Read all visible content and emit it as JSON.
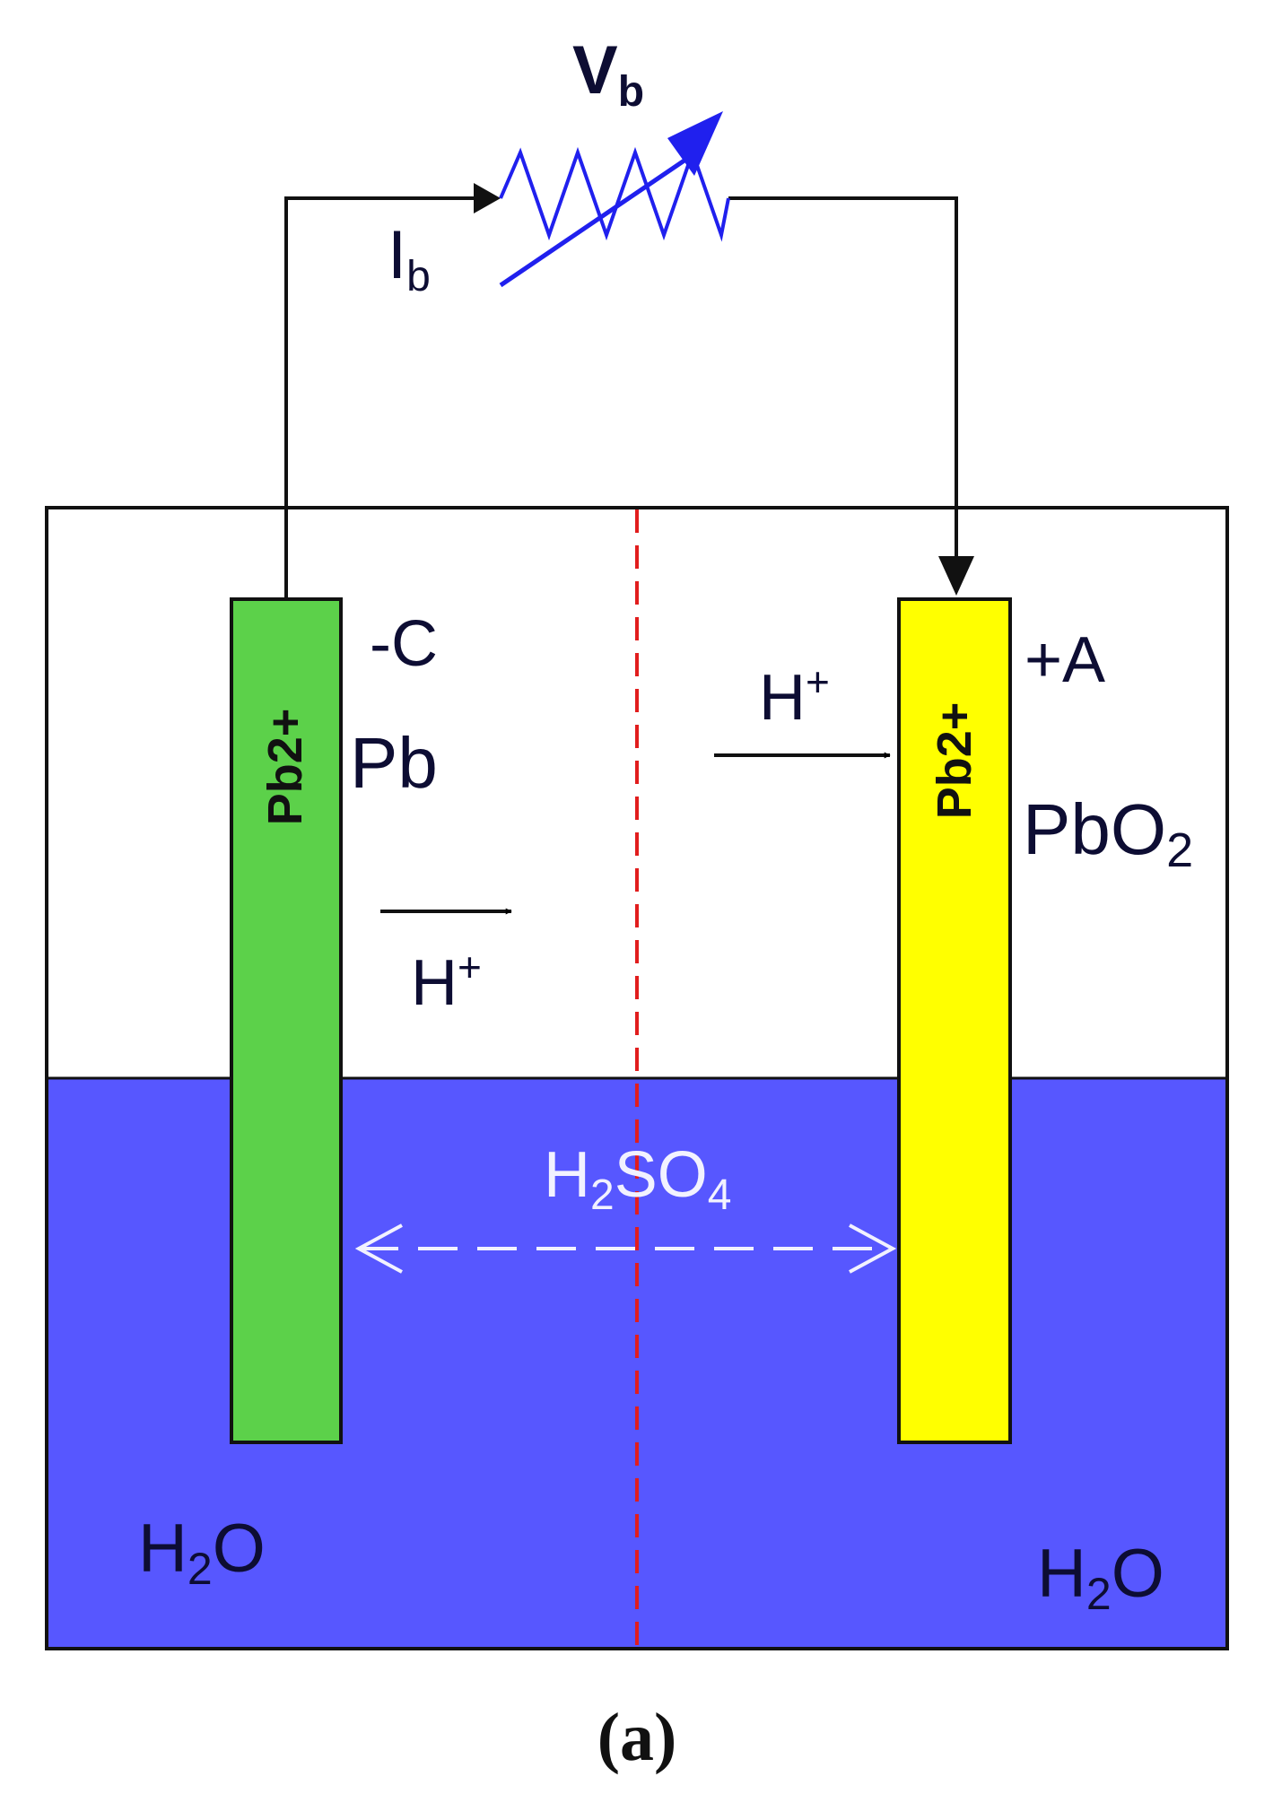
{
  "colors": {
    "electrolyte": "#5757ff",
    "negative_electrode": "#5cd14a",
    "positive_electrode": "#ffff00",
    "resistor": "#2020ee",
    "separator": "#e11d1d",
    "label_dark": "#0d0d33",
    "label_light": "#f2f2ff"
  },
  "labels": {
    "voltage": {
      "main": "V",
      "sub": "b"
    },
    "current": {
      "main": "I",
      "sub": "b"
    },
    "negative_terminal": "-C",
    "positive_terminal": "+A",
    "negative_material": "Pb",
    "positive_material": {
      "main": "PbO",
      "sub": "2"
    },
    "ion_left": "Pb2+",
    "ion_right": "Pb2+",
    "proton_left": {
      "main": "H",
      "sup": "+"
    },
    "proton_right": {
      "main": "H",
      "sup": "+"
    },
    "acid": {
      "p1": "H",
      "s1": "2",
      "p2": "SO",
      "s2": "4"
    },
    "water_left": {
      "p1": "H",
      "s1": "2",
      "p2": "O"
    },
    "water_right": {
      "p1": "H",
      "s1": "2",
      "p2": "O"
    },
    "caption": "(a)"
  },
  "icons": {
    "resistor": "variable-resistor-icon"
  }
}
